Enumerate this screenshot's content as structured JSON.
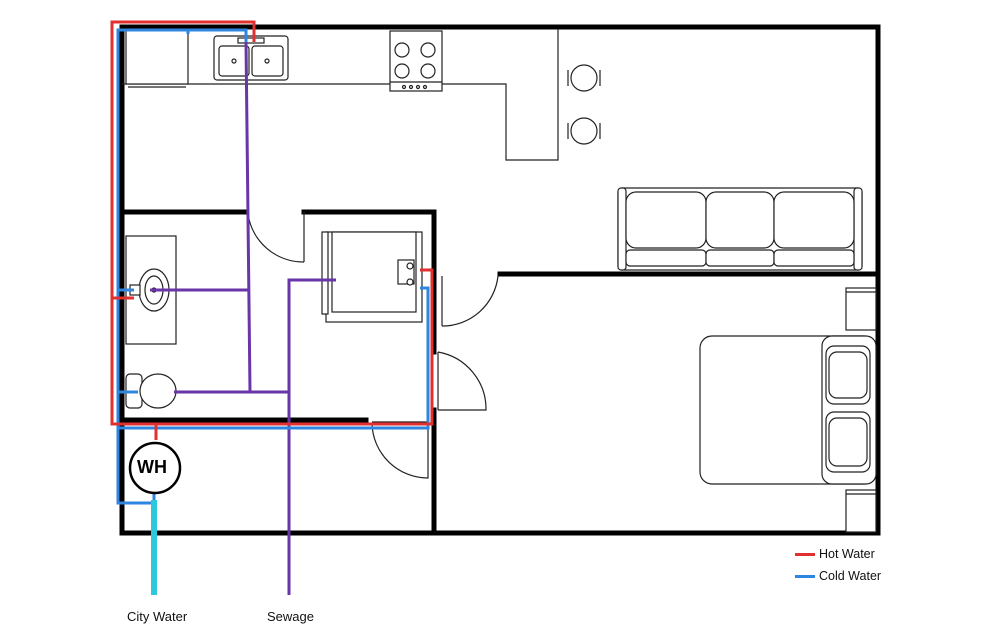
{
  "labels": {
    "water_heater": "WH",
    "city_water": "City Water",
    "sewage": "Sewage"
  },
  "legend": {
    "items": [
      {
        "label": "Hot Water",
        "color": "#e03030"
      },
      {
        "label": "Cold Water",
        "color": "#2f86e0"
      }
    ]
  },
  "colors": {
    "hot_water": "#e03030",
    "cold_water": "#2f86e0",
    "sewage": "#6a35a8",
    "city_water": "#2ec8dc",
    "wall": "#000000"
  }
}
